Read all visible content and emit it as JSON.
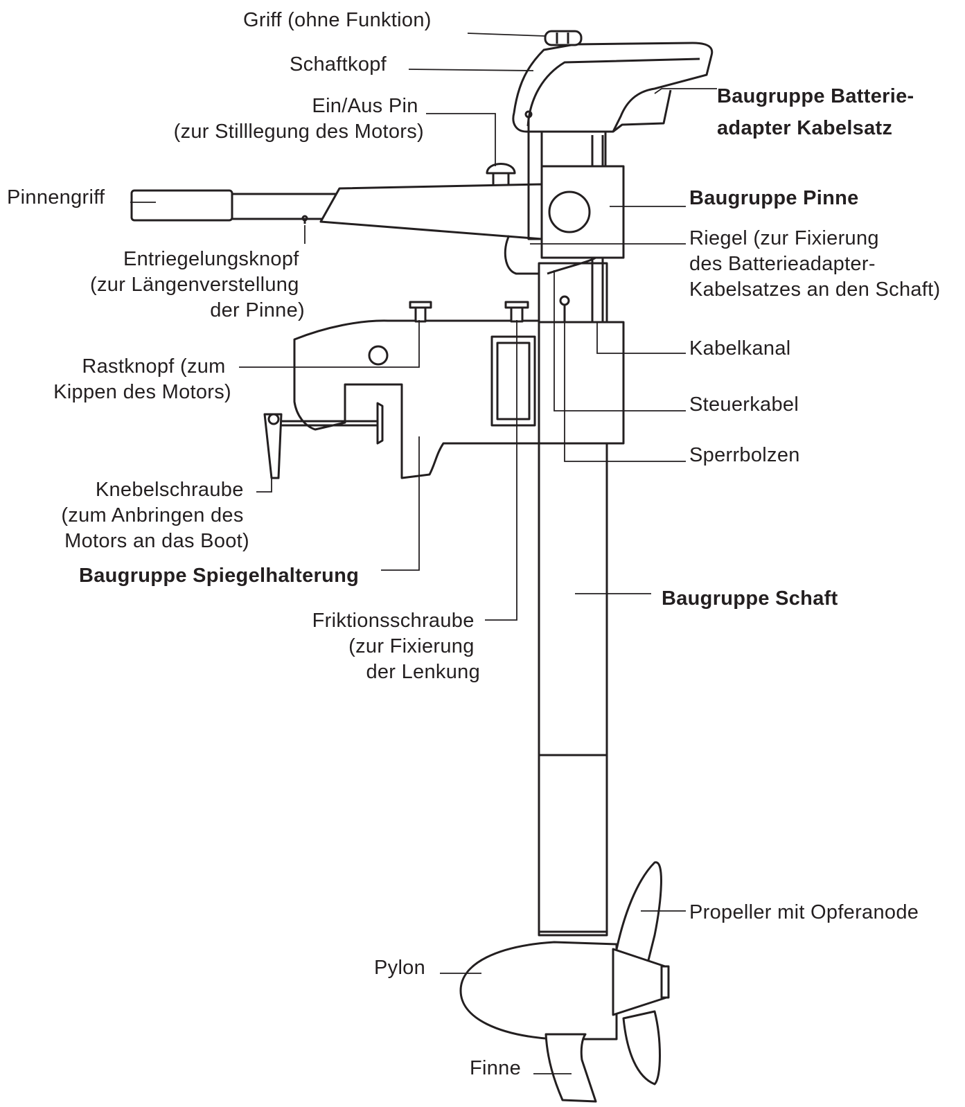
{
  "colors": {
    "ink": "#231f20",
    "background": "#ffffff"
  },
  "labels": {
    "griff": "Griff (ohne Funktion)",
    "schaftkopf": "Schaftkopf",
    "ein_aus_pin": [
      "Ein/Aus Pin",
      "(zur Stilllegung des Motors)"
    ],
    "baugruppe_batterie": [
      "Baugruppe Batterie-",
      "adapter Kabelsatz"
    ],
    "pinnengriff": "Pinnengriff",
    "baugruppe_pinne": "Baugruppe Pinne",
    "riegel": [
      "Riegel (zur Fixierung",
      "des Batterieadapter-",
      "Kabelsatzes an den Schaft)"
    ],
    "entriegelungsknopf": [
      "Entriegelungsknopf",
      "(zur Längenverstellung",
      "der Pinne)"
    ],
    "rastknopf": [
      "Rastknopf (zum",
      "Kippen des Motors)"
    ],
    "kabelkanal": "Kabelkanal",
    "steuerkabel": "Steuerkabel",
    "sperrbolzen": "Sperrbolzen",
    "knebelschraube": [
      "Knebelschraube",
      "(zum Anbringen des",
      "Motors an das Boot)"
    ],
    "baugruppe_spiegelhalterung": "Baugruppe Spiegelhalterung",
    "baugruppe_schaft": "Baugruppe Schaft",
    "friktionsschraube": [
      "Friktionsschraube",
      "(zur Fixierung",
      "der Lenkung"
    ],
    "propeller": "Propeller mit Opferanode",
    "pylon": "Pylon",
    "finne": "Finne"
  }
}
